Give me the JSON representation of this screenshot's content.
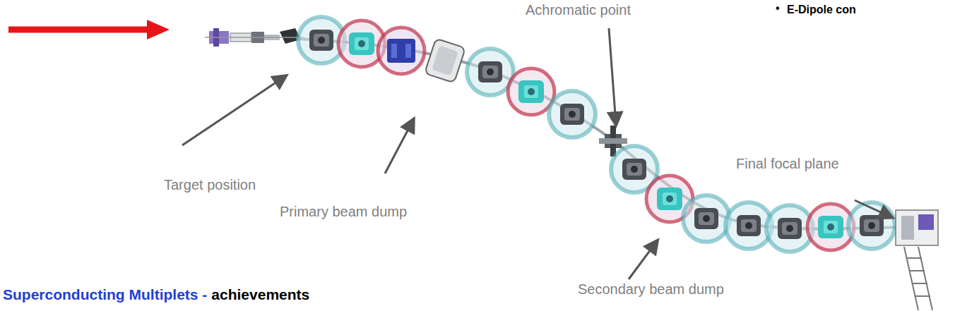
{
  "diagram": {
    "labels": [
      "Achromatic point",
      "•",
      "E-Dipole con",
      "Target position",
      "Primary beam dump",
      "Final focal plane",
      "Secondary beam dump",
      "Superconducting Multiplets -",
      "achievements"
    ]
  }
}
